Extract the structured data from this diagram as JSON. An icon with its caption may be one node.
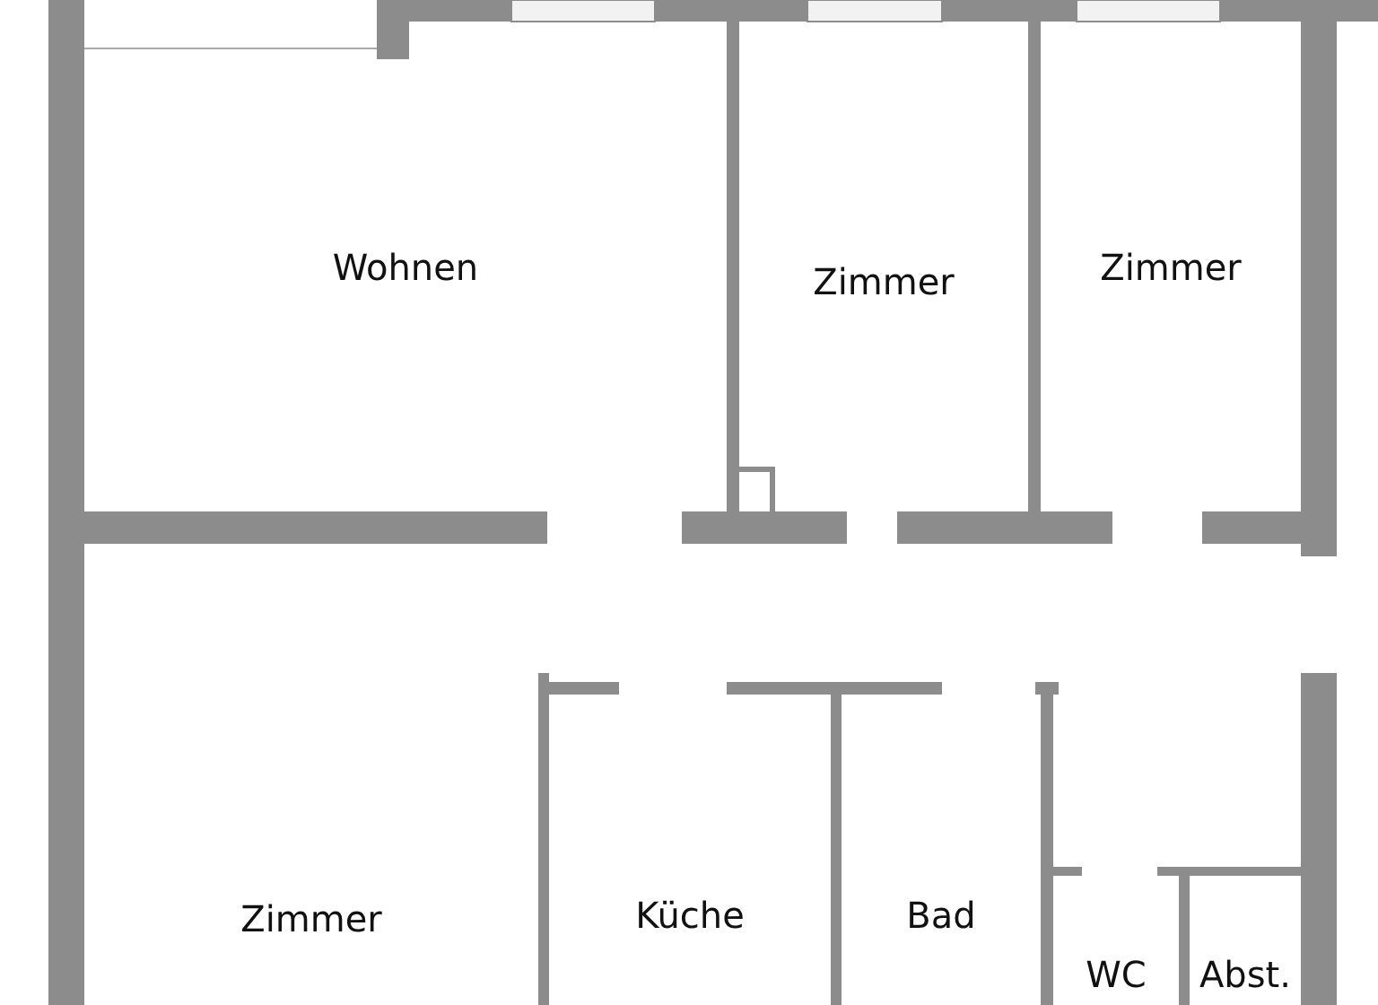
{
  "diagram": {
    "nodes": [
      {
        "text": [
          "Wohnen"
        ]
      },
      {
        "text": [
          "Zimmer"
        ]
      },
      {
        "text": [
          "Zimmer"
        ]
      },
      {
        "text": [
          "Zimmer"
        ]
      },
      {
        "text": [
          "Küche"
        ]
      },
      {
        "text": [
          "Bad"
        ]
      },
      {
        "text": [
          "WC"
        ]
      },
      {
        "text": [
          "Abst."
        ]
      }
    ]
  }
}
